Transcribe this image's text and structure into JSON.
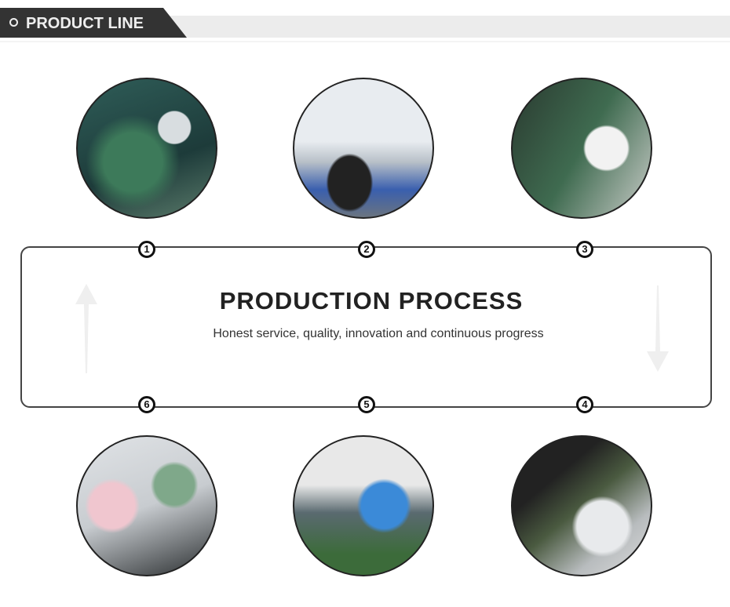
{
  "header": {
    "title": "PRODUCT LINE"
  },
  "process": {
    "title": "PRODUCTION PROCESS",
    "subtitle": "Honest service, quality, innovation and continuous progress"
  },
  "steps": [
    {
      "number": "1",
      "photo": "electronics-testing-lab"
    },
    {
      "number": "2",
      "photo": "clean-room-machinery"
    },
    {
      "number": "3",
      "photo": "assembly-line-workers"
    },
    {
      "number": "4",
      "photo": "pcb-board-closeup"
    },
    {
      "number": "5",
      "photo": "worker-soldering-pcb"
    },
    {
      "number": "6",
      "photo": "pcb-design-inspection"
    }
  ]
}
